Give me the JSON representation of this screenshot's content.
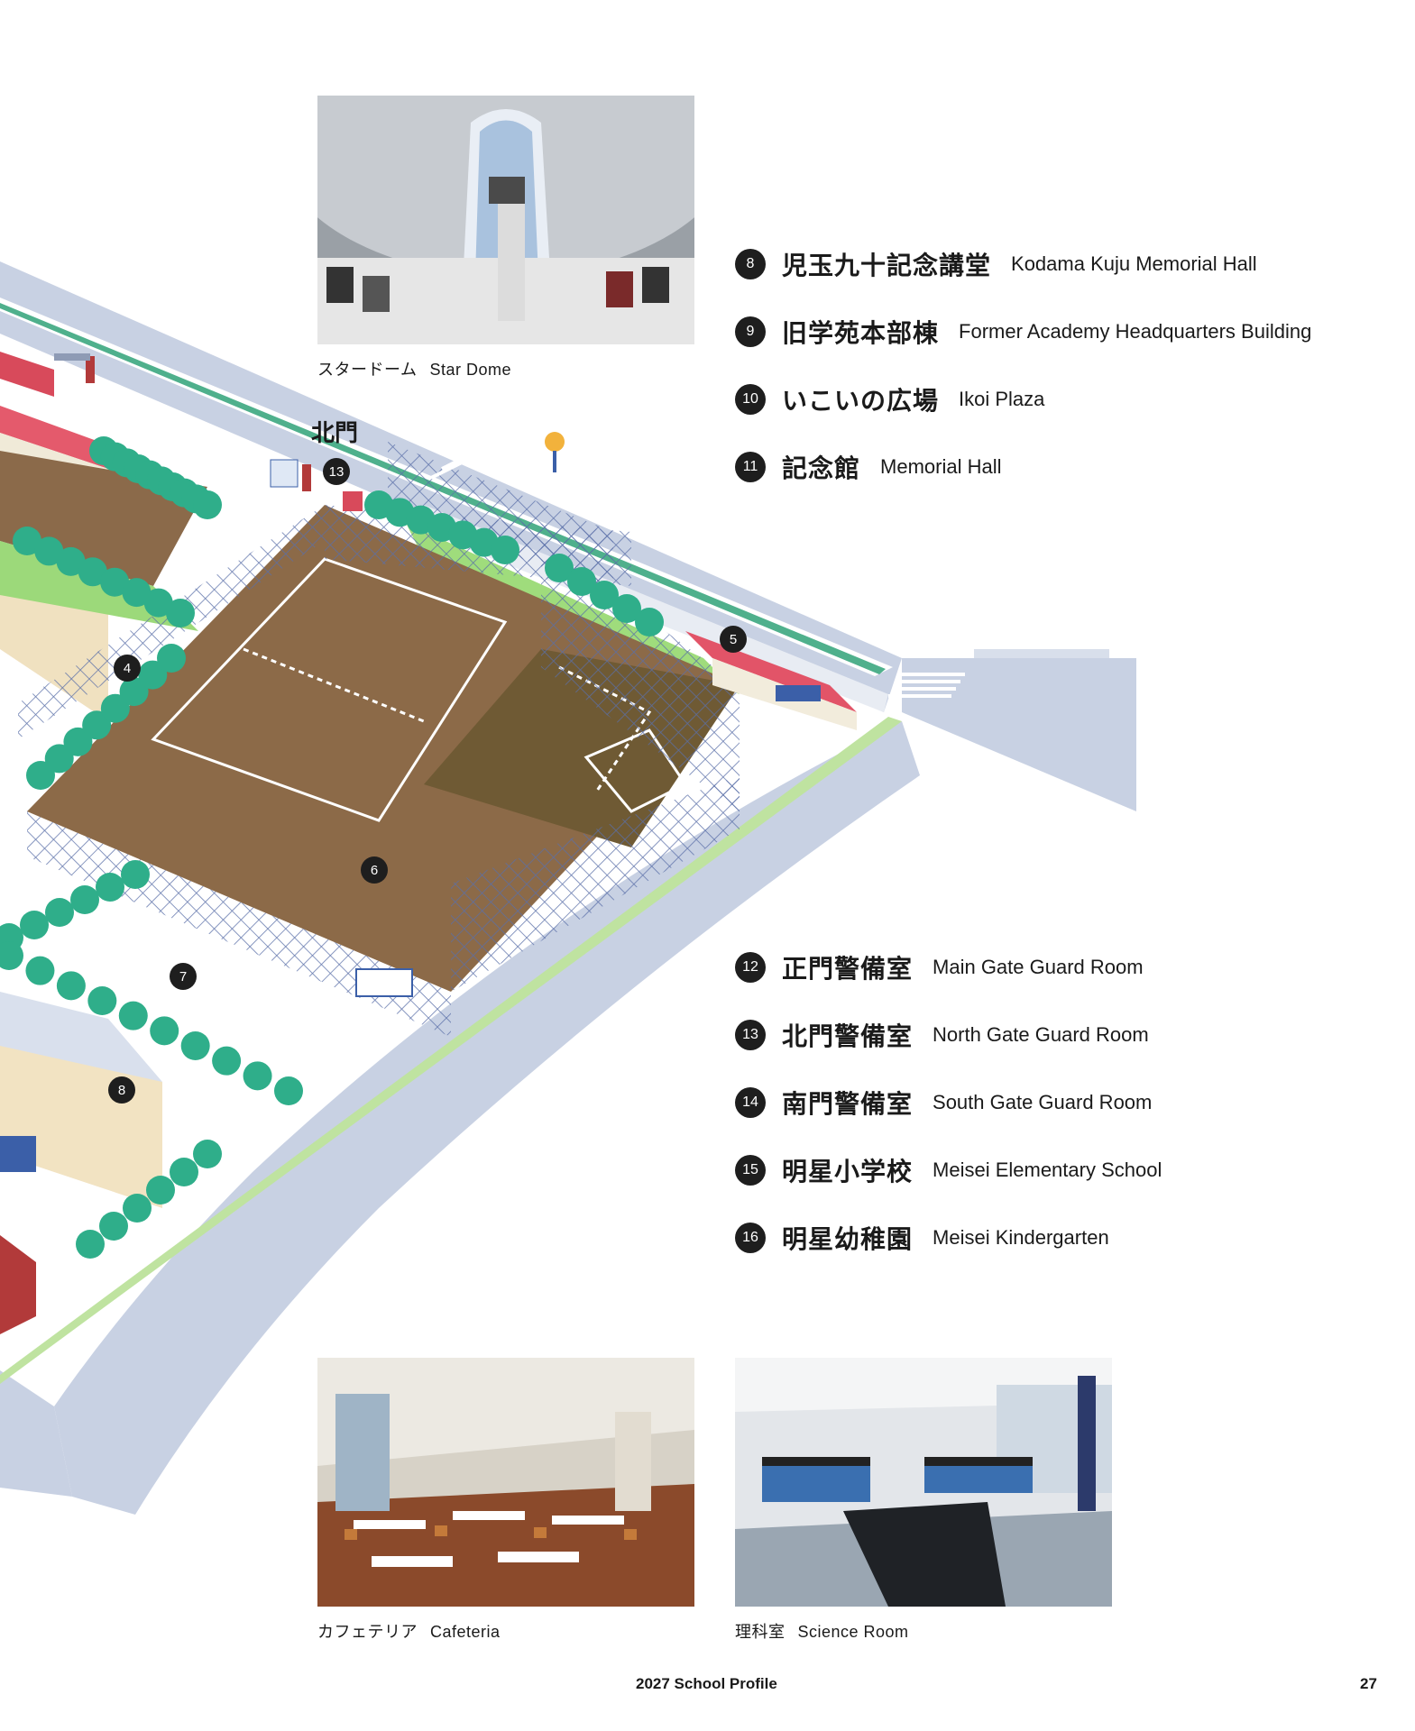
{
  "photos": {
    "star_dome": {
      "ja": "スタードーム",
      "en": "Star Dome"
    },
    "cafeteria": {
      "ja": "カフェテリア",
      "en": "Cafeteria"
    },
    "science_room": {
      "ja": "理科室",
      "en": "Science Room"
    }
  },
  "legend_top": [
    {
      "num": "8",
      "ja": "児玉九十記念講堂",
      "en": "Kodama Kuju Memorial Hall"
    },
    {
      "num": "9",
      "ja": "旧学苑本部棟",
      "en": "Former Academy Headquarters Building"
    },
    {
      "num": "10",
      "ja": "いこいの広場",
      "en": "Ikoi Plaza"
    },
    {
      "num": "11",
      "ja": "記念館",
      "en": "Memorial Hall"
    }
  ],
  "legend_bottom": [
    {
      "num": "12",
      "ja": "正門警備室",
      "en": "Main Gate Guard Room"
    },
    {
      "num": "13",
      "ja": "北門警備室",
      "en": "North Gate Guard Room"
    },
    {
      "num": "14",
      "ja": "南門警備室",
      "en": "South Gate Guard Room"
    },
    {
      "num": "15",
      "ja": "明星小学校",
      "en": "Meisei Elementary School"
    },
    {
      "num": "16",
      "ja": "明星幼稚園",
      "en": "Meisei Kindergarten"
    }
  ],
  "map": {
    "gate_label": "北門",
    "markers": {
      "m13": "13",
      "m4": "4",
      "m5": "5",
      "m6": "6",
      "m7": "7",
      "m8": "8"
    }
  },
  "footer": {
    "title": "2027 School Profile",
    "page": "27"
  }
}
